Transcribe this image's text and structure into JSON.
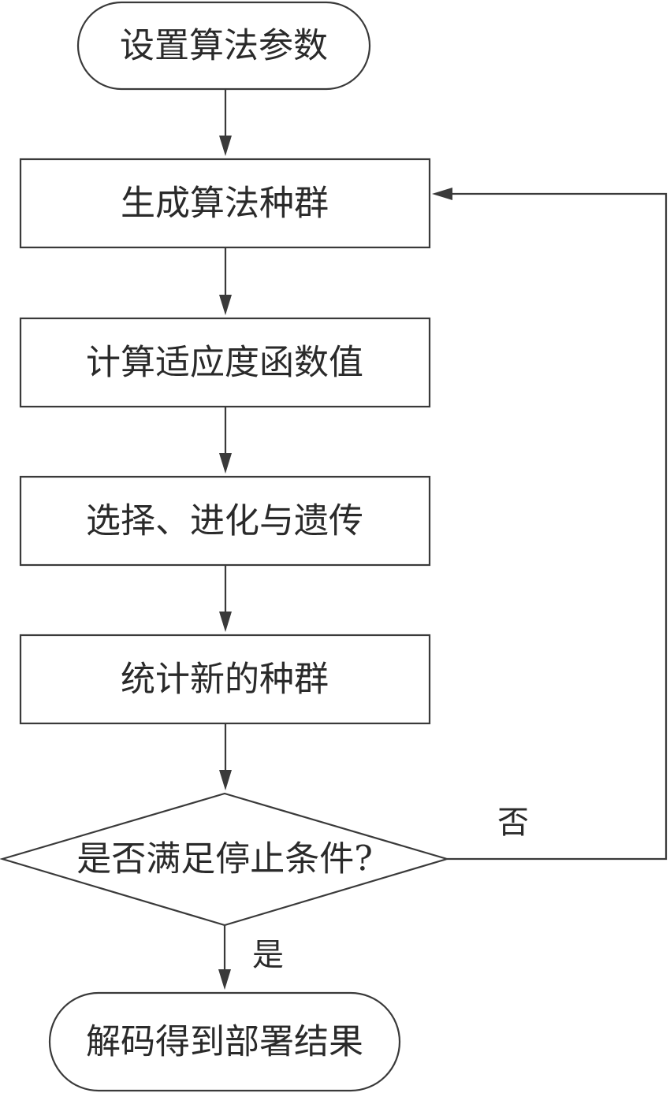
{
  "flowchart": {
    "nodes": {
      "start": "设置算法参数",
      "generate": "生成算法种群",
      "fitness": "计算适应度函数值",
      "select": "选择、进化与遗传",
      "stats": "统计新的种群",
      "decision": "是否满足停止条件?",
      "end": "解码得到部署结果"
    },
    "edges": {
      "no_label": "否",
      "yes_label": "是"
    }
  }
}
